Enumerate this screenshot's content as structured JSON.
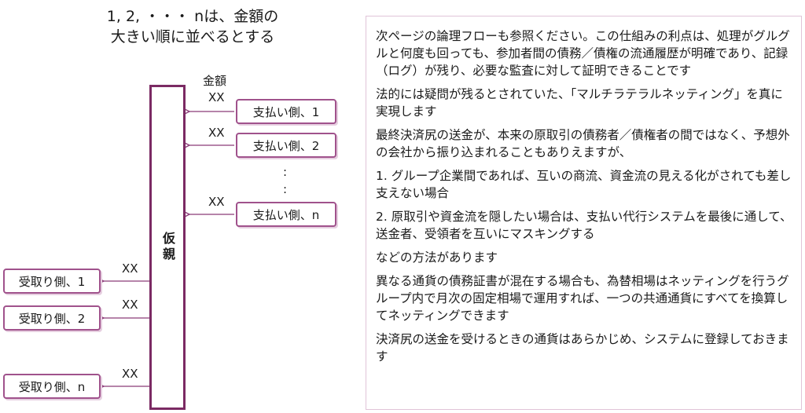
{
  "heading": {
    "line1": "1, 2, ・・・ nは、金額の",
    "line2": "大きい順に並べるとする"
  },
  "diagram": {
    "amount_label": "金額",
    "amount_value": "XX",
    "center_label": "仮親",
    "vdots": ":",
    "payers": [
      "支払い側、1",
      "支払い側、2",
      "支払い側、n"
    ],
    "receivers": [
      "受取り側、1",
      "受取り側、2",
      "受取り側、n"
    ],
    "arrow_color": "#8a3a78",
    "border_color": "#a0528c"
  },
  "notes": [
    "次ページの論理フローも参照ください。この仕組みの利点は、処理がグルグルと何度も回っても、参加者間の債務／債権の流通履歴が明確であり、記録（ログ）が残り、必要な監査に対して証明できることです",
    "法的には疑問が残るとされていた、「マルチラテラルネッティング」を真に実現します",
    "最終決済尻の送金が、本来の原取引の債務者／債権者の間ではなく、予想外の会社から振り込まれることもありえますが、",
    "1. グループ企業間であれば、互いの商流、資金流の見える化がされても差し支えない場合",
    "2. 原取引や資金流を隠したい場合は、支払い代行システムを最後に通して、送金者、受領者を互いにマスキングする",
    "などの方法があります",
    "異なる通貨の債務証書が混在する場合も、為替相場はネッティングを行うグループ内で月次の固定相場で運用すれば、一つの共通通貨にすべてを換算してネッティングできます",
    "決済尻の送金を受けるときの通貨はあらかじめ、システムに登録しておきます"
  ]
}
